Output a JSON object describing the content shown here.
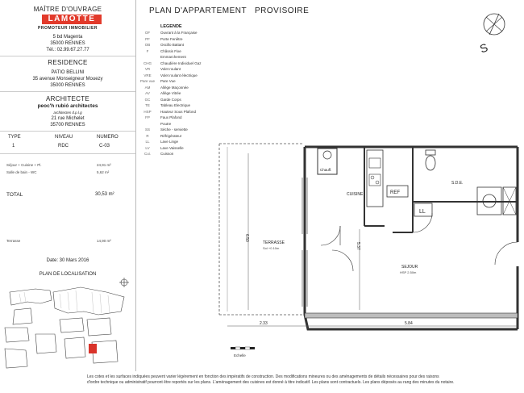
{
  "sidebar": {
    "maitre_ouvrage_heading": "MAÎTRE D'OUVRAGE",
    "logo_text": "LAMOTTE",
    "logo_sub": "PROMOTEUR IMMOBILIER",
    "address_line1": "5 bd Magenta",
    "address_line2": "35000 RENNES",
    "phone": "Tél.: 02.99.67.27.77",
    "residence_heading": "RESIDENCE",
    "residence_name": "PATIO BELLINI",
    "residence_address1": "35 avenue Monseigneur Mouezy",
    "residence_address2": "35000 RENNES",
    "architecte_heading": "ARCHITECTE",
    "architecte_name": "peoc'h rubió architectes",
    "architecte_sub": "architectes d.p.l.g",
    "architecte_address1": "21 rue Michelet",
    "architecte_address2": "35700 RENNES",
    "table_headers": [
      "TYPE",
      "NIVEAU",
      "NUMERO"
    ],
    "table_values": [
      "1",
      "RDC",
      "C-03"
    ],
    "surfaces": [
      {
        "label": "Séjour + Cuisine + Pl.",
        "value": "24,91 m²"
      },
      {
        "label": "Salle de bain - WC",
        "value": "5,62 m²"
      }
    ],
    "total_label": "TOTAL",
    "total_value": "30,53 m²",
    "terrasse_label": "Terrasse",
    "terrasse_value": "14,90 m²",
    "date": "Date: 30 Mars 2016",
    "plan_localisation": "PLAN DE LOCALISATION"
  },
  "header": {
    "title": "PLAN D'APPARTEMENT",
    "status": "PROVISOIRE"
  },
  "legend": {
    "title": "LEGENDE",
    "items": [
      {
        "code": "OF",
        "label": "Ouvrant à la Française"
      },
      {
        "code": "PF",
        "label": "Porte Fenêtre"
      },
      {
        "code": "OB",
        "label": "Oscillo Battant"
      },
      {
        "code": "F",
        "label": "Châssis Fixe"
      },
      {
        "code": "",
        "label": "Emmarchement"
      },
      {
        "code": "CHG",
        "label": "Chaudière Individuel Gaz"
      },
      {
        "code": "VR",
        "label": "Volet roulant"
      },
      {
        "code": "VRE",
        "label": "Volet roulant électrique"
      },
      {
        "code": "Pare vue",
        "label": "Pare Vue"
      },
      {
        "code": "AM",
        "label": "Allège Maçonnée"
      },
      {
        "code": "AV",
        "label": "Allège Vitrée"
      },
      {
        "code": "GC",
        "label": "Garde Corps"
      },
      {
        "code": "TE",
        "label": "Tableau Electrique"
      },
      {
        "code": "HSP",
        "label": "Hauteur Sous Plafond"
      },
      {
        "code": "FP",
        "label": "Faux Plafond"
      },
      {
        "code": "",
        "label": "Poutre"
      },
      {
        "code": "SS",
        "label": "Sèche - serviette"
      },
      {
        "code": "R",
        "label": "Réfrigérateur"
      },
      {
        "code": "LL",
        "label": "Lave Linge"
      },
      {
        "code": "LV",
        "label": "Lave Vaisselle"
      },
      {
        "code": "Cui.",
        "label": "Cuisson"
      }
    ]
  },
  "plan": {
    "compass_letter": "S",
    "cuisine": "CUISINE",
    "sde": "S.D.E.",
    "chauff": "Chauff.",
    "terrasse": "TERRASSE",
    "terrasse_sub": "Sol +0.10m",
    "sejour": "SEJOUR",
    "sejour_sub": "HSP 2.50m",
    "ll": "LL",
    "refrigerateur": "REF",
    "dim_233": "2.33",
    "dim_584": "5.84",
    "dim_537": "5.37",
    "dim_650": "6.50",
    "echelle": "Echelle"
  },
  "footer": {
    "line1": "Les cotes et les surfaces indiquées peuvent varier légèrement en fonction des impératifs de construction. Des modifications mineures ou des aménagements de détails nécessaires pour des raisons",
    "line2": "d'ordre technique ou administratif pourront être reportés sur les plans. L'aménagement des cuisines est donné à titre indicatif. Les plans sont contractuels. Les plans déposés au rang des minutes du notaire."
  }
}
